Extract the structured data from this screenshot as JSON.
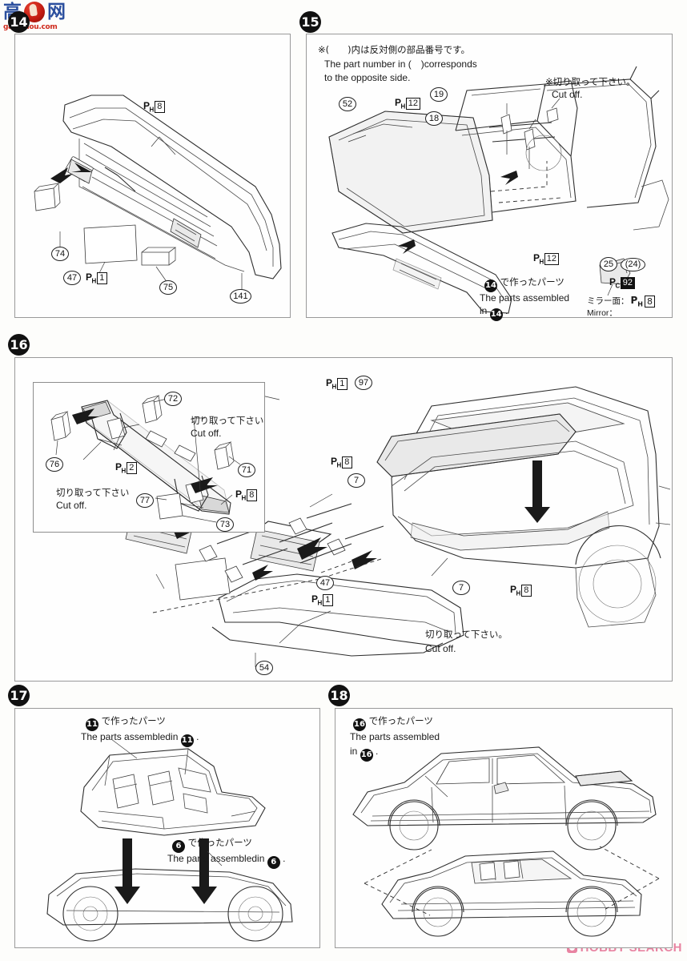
{
  "watermarks": {
    "logo_chars": [
      "高",
      "手",
      "网"
    ],
    "logo_url": "gao-shou.com",
    "hobby_search": "HOBBY SEARCH"
  },
  "steps": [
    {
      "id": "14",
      "label": "14"
    },
    {
      "id": "15",
      "label": "15"
    },
    {
      "id": "16",
      "label": "16"
    },
    {
      "id": "17",
      "label": "17"
    },
    {
      "id": "18",
      "label": "18"
    }
  ],
  "panel14": {
    "parts": [
      {
        "num": "74"
      },
      {
        "num": "47"
      },
      {
        "num": "75"
      },
      {
        "num": "141"
      }
    ],
    "paints": [
      {
        "prefix": "P",
        "sub": "H",
        "code": "8"
      },
      {
        "prefix": "P",
        "sub": "H",
        "code": "1"
      }
    ]
  },
  "panel15": {
    "note_jp": "※(　　)内は反対側の部品番号です。",
    "note_en_1": "The part number in (　)corresponds",
    "note_en_2": "to the opposite side.",
    "cutoff_jp": "※切り取って下さい。",
    "cutoff_en": "Cut off.",
    "assembled_jp": "で作ったパーツ",
    "assembled_en_1": "The parts assembled",
    "assembled_en_2": "in",
    "assembled_step": "14",
    "mirror_jp": "ミラー面：",
    "mirror_en": "Mirror：",
    "parts": [
      {
        "num": "52"
      },
      {
        "num": "19"
      },
      {
        "num": "18"
      },
      {
        "num": "25"
      },
      {
        "num": "(24)"
      }
    ],
    "paints": [
      {
        "prefix": "P",
        "sub": "H",
        "code": "12"
      },
      {
        "prefix": "P",
        "sub": "C",
        "code": "92",
        "filled": true
      },
      {
        "prefix": "P",
        "sub": "H",
        "code": "8"
      }
    ]
  },
  "panel16": {
    "inset": {
      "parts": [
        {
          "num": "76"
        },
        {
          "num": "72"
        },
        {
          "num": "71"
        },
        {
          "num": "77"
        },
        {
          "num": "73"
        }
      ],
      "cutoff_jp": "切り取って下さい",
      "cutoff_en": "Cut off.",
      "paints": [
        {
          "prefix": "P",
          "sub": "H",
          "code": "2"
        },
        {
          "prefix": "P",
          "sub": "H",
          "code": "8"
        }
      ]
    },
    "parts": [
      {
        "num": "97"
      },
      {
        "num": "7"
      },
      {
        "num": "47"
      },
      {
        "num": "54"
      }
    ],
    "cutoff_jp": "切り取って下さい。",
    "cutoff_en": "Cut off.",
    "paints": [
      {
        "prefix": "P",
        "sub": "H",
        "code": "1"
      },
      {
        "prefix": "P",
        "sub": "H",
        "code": "8"
      }
    ]
  },
  "panel17": {
    "label_a_jp": "で作ったパーツ",
    "label_a_en": "The parts assembledin",
    "label_a_step": "11",
    "label_b_jp": "で作ったパーツ",
    "label_b_en": "The parts assembledin",
    "label_b_step": "6"
  },
  "panel18": {
    "label_jp": "で作ったパーツ",
    "label_en_1": "The parts assembled",
    "label_en_2": "in",
    "label_step": "16"
  }
}
